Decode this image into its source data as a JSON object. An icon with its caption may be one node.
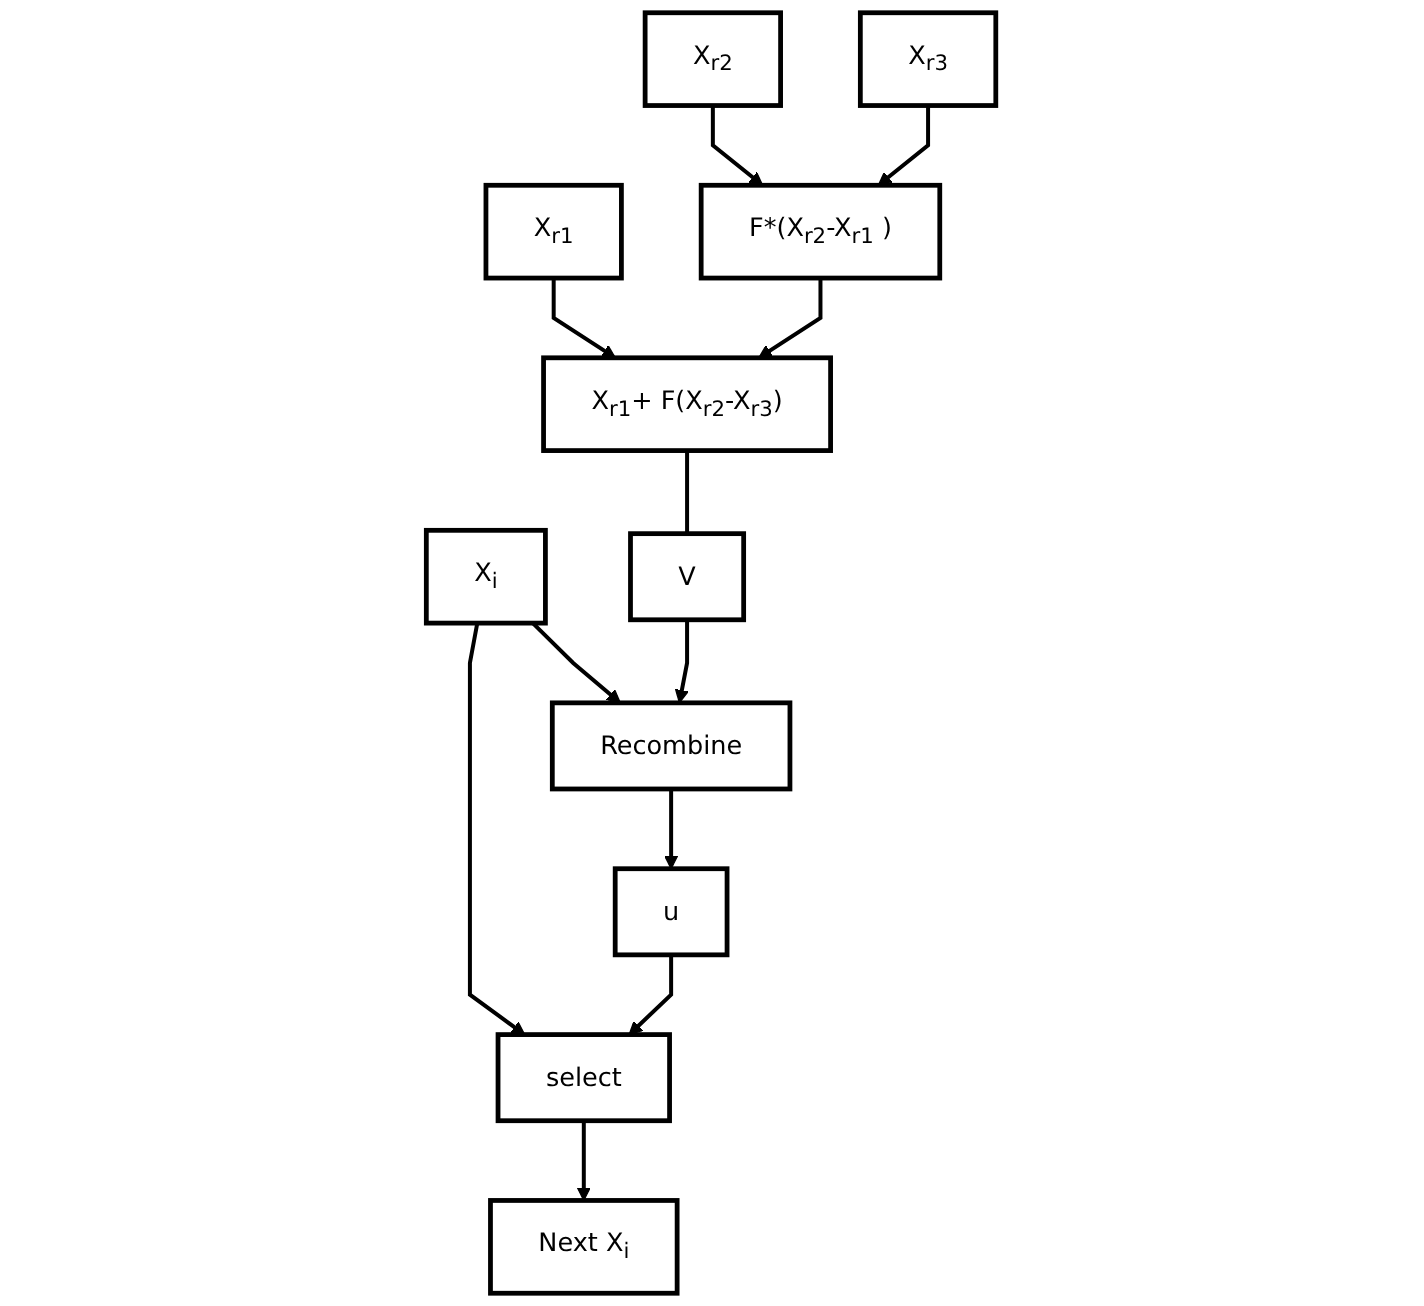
{
  "diagram": {
    "nodes": [
      {
        "text": [
          "X$_{i}$"
        ]
      },
      {
        "text": [
          "X$_{r1}$"
        ]
      },
      {
        "text": [
          "X$_{r2}$"
        ]
      },
      {
        "text": [
          "X$_{r3}$"
        ]
      },
      {
        "text": [
          "F*(X$_{r2}$-X$_{r1}$ )"
        ]
      },
      {
        "text": [
          "V"
        ]
      },
      {
        "text": [
          "X$_{r1}$+ F(X$_{r2}$-X$_{r3}$)"
        ]
      },
      {
        "text": [
          "Recombine"
        ]
      },
      {
        "text": [
          "u"
        ]
      },
      {
        "text": [
          "select"
        ]
      },
      {
        "text": [
          "Next X$_{i}$"
        ]
      }
    ],
    "edges": [
      {
        "from": 1,
        "to": 6,
        "arrow": "to"
      },
      {
        "from": 2,
        "to": 4,
        "arrow": "to"
      },
      {
        "from": 3,
        "to": 4,
        "arrow": "to"
      },
      {
        "from": 4,
        "to": 6,
        "arrow": "to"
      },
      {
        "from": 5,
        "to": 6,
        "arrow": "none"
      },
      {
        "from": 0,
        "to": 7,
        "arrow": "to"
      },
      {
        "from": 5,
        "to": 7,
        "arrow": "to"
      },
      {
        "from": 0,
        "to": 9,
        "arrow": "to"
      },
      {
        "from": 7,
        "to": 8,
        "arrow": "to"
      },
      {
        "from": 8,
        "to": 9,
        "arrow": "to"
      },
      {
        "from": 9,
        "to": 10,
        "arrow": "to"
      }
    ]
  }
}
